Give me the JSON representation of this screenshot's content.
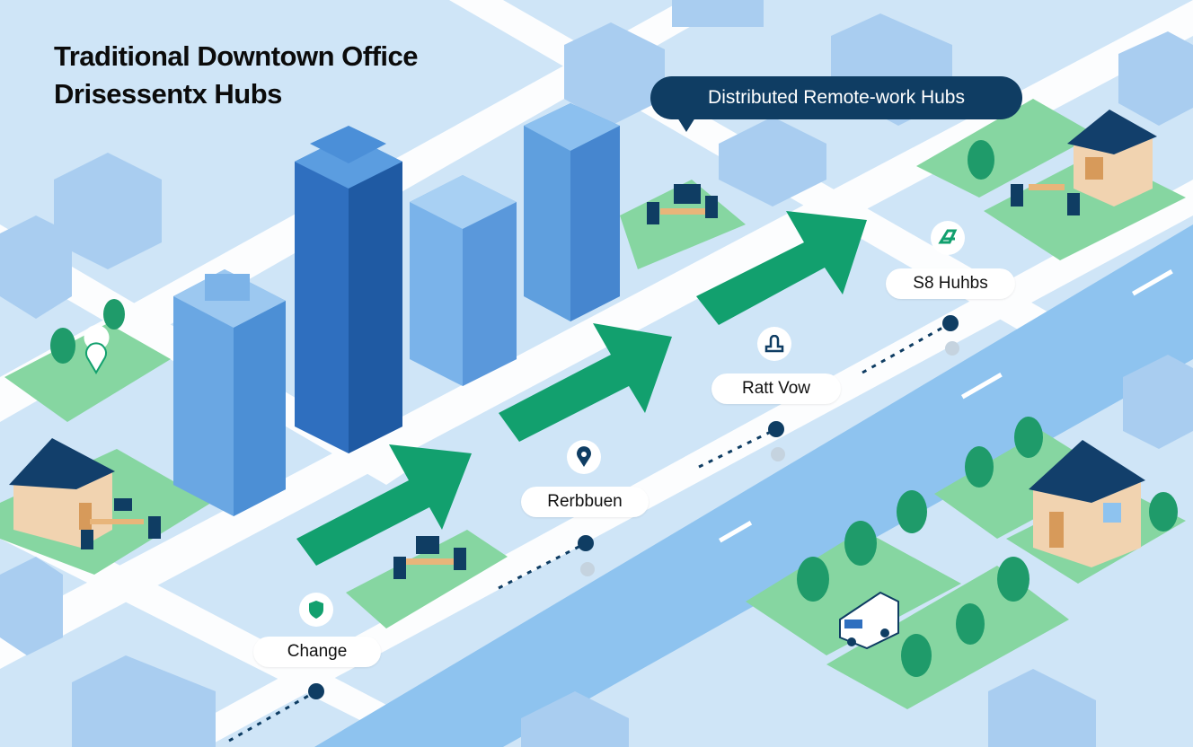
{
  "title": {
    "line1": "Traditional Downtown Office",
    "line2": "Drisessentx Hubs"
  },
  "callout": "Distributed Remote-work Hubs",
  "labels": [
    {
      "text": "Change",
      "icon": "shield-icon"
    },
    {
      "text": "Rerbbuen",
      "icon": "location-pin-icon"
    },
    {
      "text": "Ratt Vow",
      "icon": "person-icon"
    },
    {
      "text": "S8 Huhbs",
      "icon": "hub-icon"
    }
  ],
  "colors": {
    "background": "#cfe5f7",
    "road": "#ffffff",
    "river": "#8ec3ef",
    "arrow": "#12a06e",
    "park": "#7fd39b",
    "building": "#5f9fde",
    "navy": "#0f3d63"
  }
}
